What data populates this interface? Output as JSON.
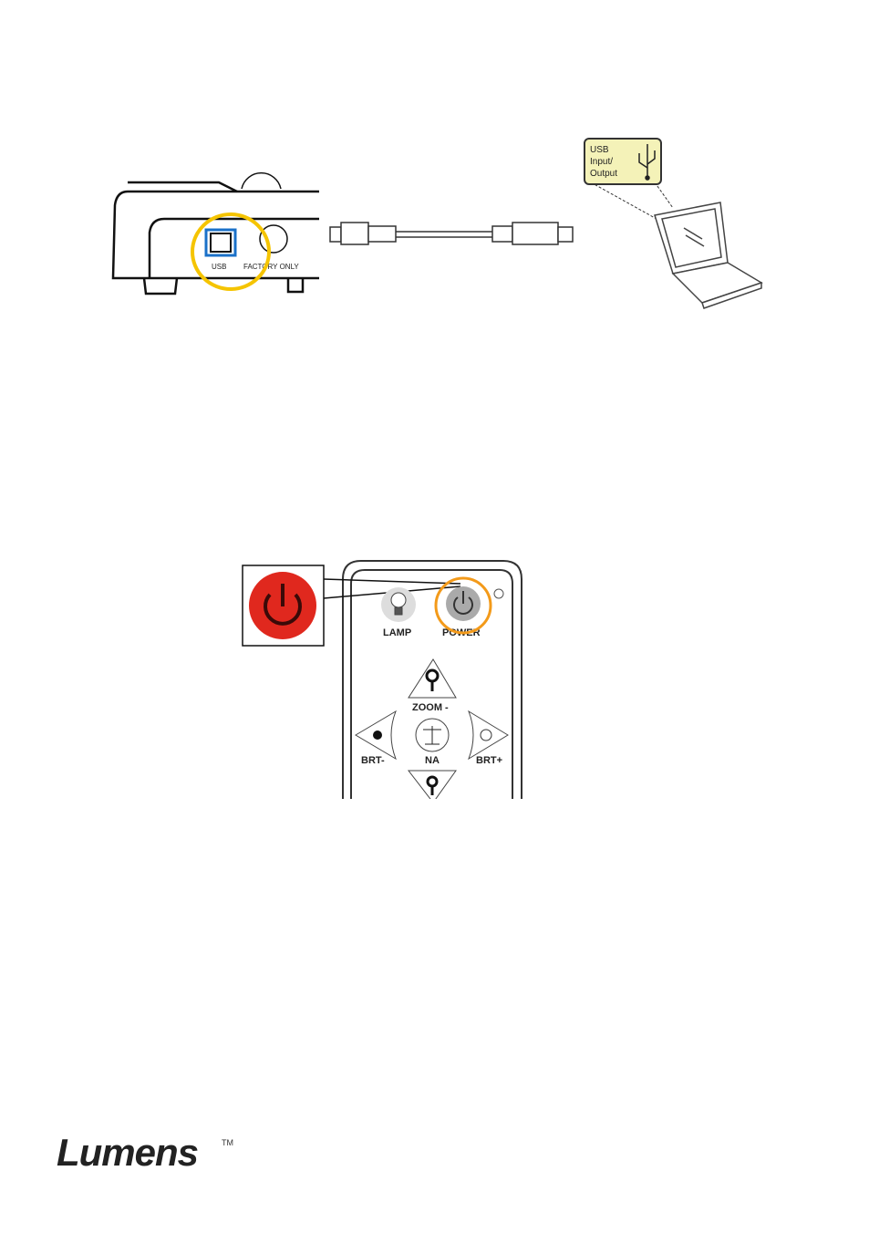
{
  "usb_diagram": {
    "port_labels": {
      "usb": "USB",
      "factory": "FACTORY ONLY"
    },
    "callout": {
      "line1": "USB",
      "line2": "Input/",
      "line3": "Output"
    },
    "highlight_color": "#f5c400",
    "callout_color": "#f4f2b8"
  },
  "remote_diagram": {
    "buttons": {
      "lamp": "LAMP",
      "power": "POWER",
      "zoom_minus": "ZOOM -",
      "brt_minus": "BRT-",
      "na": "NA",
      "brt_plus": "BRT+"
    },
    "power_color": "#e0281e",
    "highlight_color": "#f39a1a"
  },
  "footer": {
    "logo": "Lumens",
    "trademark": "TM"
  }
}
